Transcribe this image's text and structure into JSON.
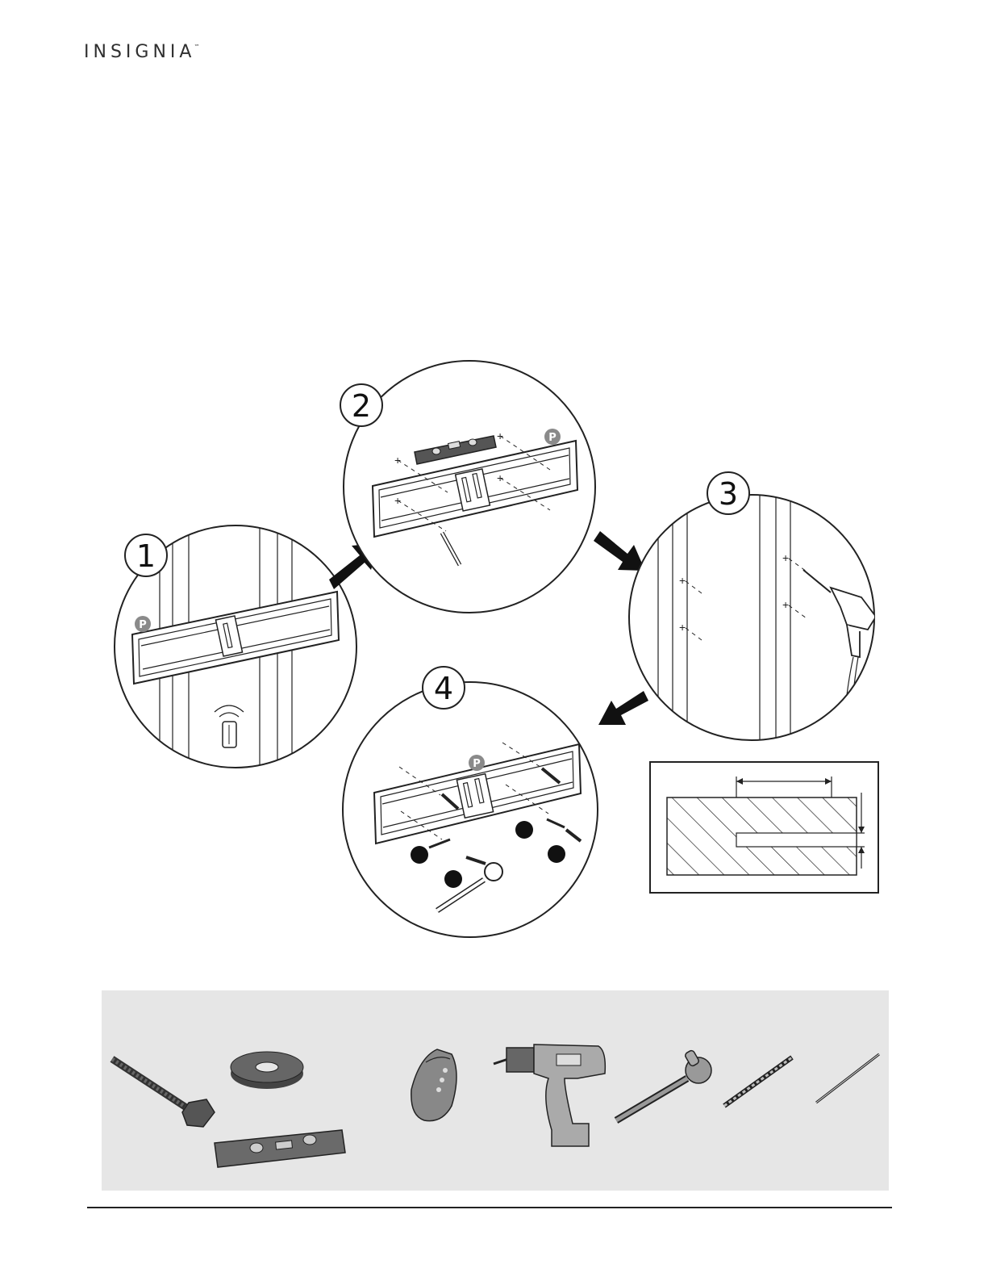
{
  "brand": {
    "name": "INSIGNIA",
    "trademark": "™"
  },
  "steps": [
    {
      "number": "1",
      "badge": "P"
    },
    {
      "number": "2",
      "badge": "P"
    },
    {
      "number": "3"
    },
    {
      "number": "4",
      "badge": "P"
    }
  ],
  "colors": {
    "ink": "#222222",
    "panel": "#e6e6e6",
    "badge": "#8a8a8a",
    "arrow": "#111111"
  },
  "hardware_icons": [
    "lag-bolt-icon",
    "washer-icon",
    "level-icon",
    "stud-finder-icon",
    "drill-icon",
    "socket-wrench-icon",
    "drill-bit-icon",
    "pencil-icon"
  ]
}
